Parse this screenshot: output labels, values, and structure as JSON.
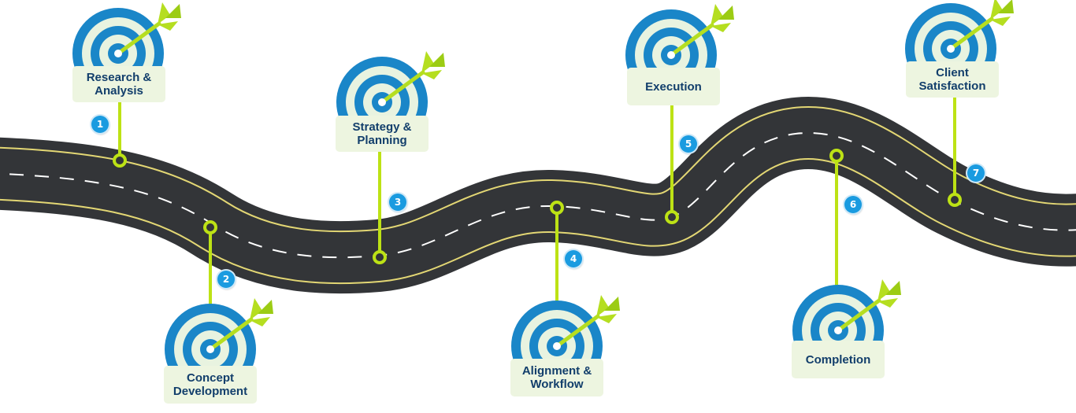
{
  "roadmap": {
    "steps": [
      {
        "number": "1",
        "title_line1": "Research &",
        "title_line2": "Analysis"
      },
      {
        "number": "2",
        "title_line1": "Concept",
        "title_line2": "Development"
      },
      {
        "number": "3",
        "title_line1": "Strategy &",
        "title_line2": "Planning"
      },
      {
        "number": "4",
        "title_line1": "Alignment &",
        "title_line2": "Workflow"
      },
      {
        "number": "5",
        "title_line1": "Execution",
        "title_line2": ""
      },
      {
        "number": "6",
        "title_line1": "Completion",
        "title_line2": ""
      },
      {
        "number": "7",
        "title_line1": "Client",
        "title_line2": "Satisfaction"
      }
    ]
  },
  "colors": {
    "road": "#333538",
    "road_edge_line": "#e3d774",
    "road_center_dash": "#ffffff",
    "connector": "#bde215",
    "target_ring": "#1a86c8",
    "target_light": "#e8f3e0",
    "label_bg": "#edf5e0",
    "label_text": "#123e6b",
    "badge": "#1a9be0",
    "arrow": "#b5de20"
  },
  "icons": {
    "target": "bullseye-icon",
    "arrow": "dart-arrow-icon"
  }
}
